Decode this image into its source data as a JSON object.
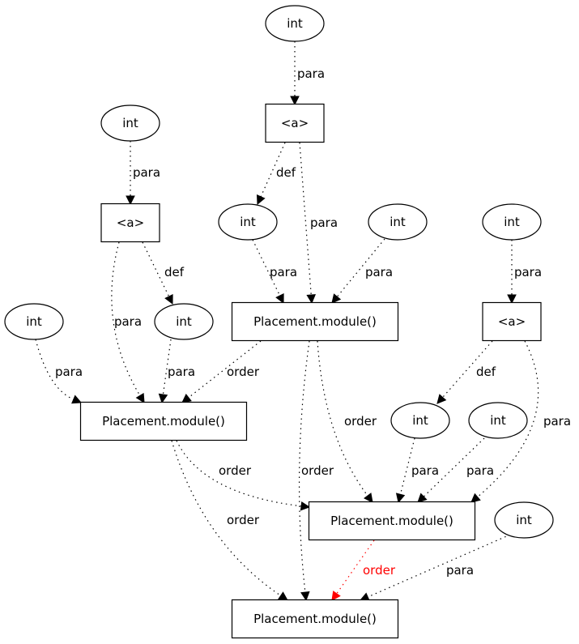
{
  "colors": {
    "default": "#000000",
    "highlight": "#ff0000"
  },
  "nodes": [
    {
      "id": "i1",
      "label": "int",
      "shape": "ellipse"
    },
    {
      "id": "a1",
      "label": "<a>",
      "shape": "box"
    },
    {
      "id": "i2",
      "label": "int",
      "shape": "ellipse"
    },
    {
      "id": "a2",
      "label": "<a>",
      "shape": "box"
    },
    {
      "id": "i3",
      "label": "int",
      "shape": "ellipse"
    },
    {
      "id": "i4",
      "label": "int",
      "shape": "ellipse"
    },
    {
      "id": "i5",
      "label": "int",
      "shape": "ellipse"
    },
    {
      "id": "a3",
      "label": "<a>",
      "shape": "box"
    },
    {
      "id": "i6",
      "label": "int",
      "shape": "ellipse"
    },
    {
      "id": "i7",
      "label": "int",
      "shape": "ellipse"
    },
    {
      "id": "pA",
      "label": "Placement.module()",
      "shape": "box"
    },
    {
      "id": "pB",
      "label": "Placement.module()",
      "shape": "box"
    },
    {
      "id": "i8",
      "label": "int",
      "shape": "ellipse"
    },
    {
      "id": "i9",
      "label": "int",
      "shape": "ellipse"
    },
    {
      "id": "pC",
      "label": "Placement.module()",
      "shape": "box"
    },
    {
      "id": "i10",
      "label": "int",
      "shape": "ellipse"
    },
    {
      "id": "pD",
      "label": "Placement.module()",
      "shape": "box"
    }
  ],
  "edges": [
    {
      "from": "i1",
      "to": "a1",
      "label": "para"
    },
    {
      "from": "i2",
      "to": "a2",
      "label": "para"
    },
    {
      "from": "a1",
      "to": "i3",
      "label": "def"
    },
    {
      "from": "a1",
      "to": "pA",
      "label": "para"
    },
    {
      "from": "i3",
      "to": "pA",
      "label": "para"
    },
    {
      "from": "i4",
      "to": "pA",
      "label": "para"
    },
    {
      "from": "a2",
      "to": "pB",
      "label": "para"
    },
    {
      "from": "a2",
      "to": "i7",
      "label": "def"
    },
    {
      "from": "i6",
      "to": "pB",
      "label": "para"
    },
    {
      "from": "i7",
      "to": "pB",
      "label": "para"
    },
    {
      "from": "pA",
      "to": "pB",
      "label": "order"
    },
    {
      "from": "i5",
      "to": "a3",
      "label": "para"
    },
    {
      "from": "a3",
      "to": "i8",
      "label": "def"
    },
    {
      "from": "a3",
      "to": "pC",
      "label": "para"
    },
    {
      "from": "pA",
      "to": "pC",
      "label": "order"
    },
    {
      "from": "pA",
      "to": "pD",
      "label": "order"
    },
    {
      "from": "i8",
      "to": "pC",
      "label": "para"
    },
    {
      "from": "i9",
      "to": "pC",
      "label": "para"
    },
    {
      "from": "pB",
      "to": "pC",
      "label": "order"
    },
    {
      "from": "pB",
      "to": "pD",
      "label": "order"
    },
    {
      "from": "pC",
      "to": "pD",
      "label": "order",
      "highlight": true
    },
    {
      "from": "i10",
      "to": "pD",
      "label": "para"
    }
  ]
}
